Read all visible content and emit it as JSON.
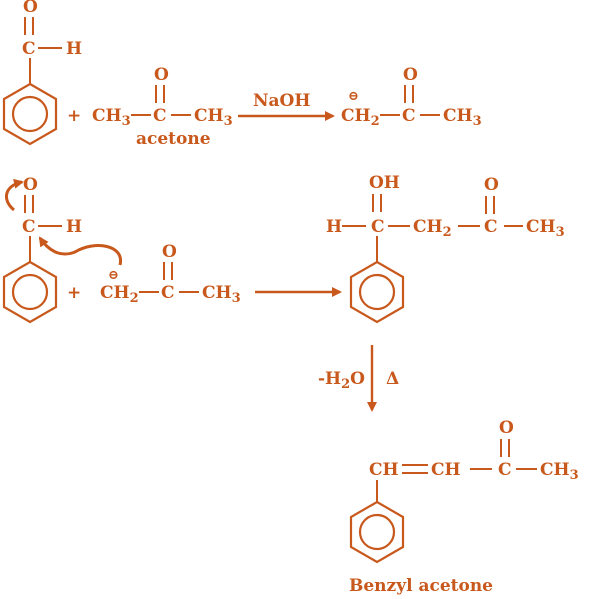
{
  "colors": {
    "ink": "#c8581b"
  },
  "step1": {
    "benzaldehyde": {
      "O": "O",
      "C": "C",
      "H": "H"
    },
    "plus": "+",
    "acetone": {
      "ch3_left": "CH",
      "sub3_left": "3",
      "C": "C",
      "O": "O",
      "ch3_right": "CH",
      "sub3_right": "3",
      "name": "acetone"
    },
    "reagent": "NaOH",
    "enolate": {
      "charge": "⊖",
      "ch2": "CH",
      "sub2": "2",
      "C": "C",
      "O": "O",
      "ch3": "CH",
      "sub3": "3"
    }
  },
  "step2": {
    "benzaldehyde": {
      "O": "O",
      "C": "C",
      "H": "H"
    },
    "plus": "+",
    "enolate": {
      "charge": "⊖",
      "ch2": "CH",
      "sub2": "2",
      "C": "C",
      "O": "O",
      "ch3": "CH",
      "sub3": "3"
    },
    "aldol": {
      "H": "H",
      "C1": "C",
      "OH": "OH",
      "ch2": "CH",
      "sub2": "2",
      "C2": "C",
      "O": "O",
      "ch3": "CH",
      "sub3": "3"
    }
  },
  "step3": {
    "condition_left_main": "-H",
    "condition_left_sub": "2",
    "condition_left_end": "O",
    "condition_right": "Δ",
    "product": {
      "ch1": "CH",
      "ch2": "CH",
      "C": "C",
      "O": "O",
      "ch3": "CH",
      "sub3": "3"
    },
    "name": "Benzyl acetone"
  }
}
